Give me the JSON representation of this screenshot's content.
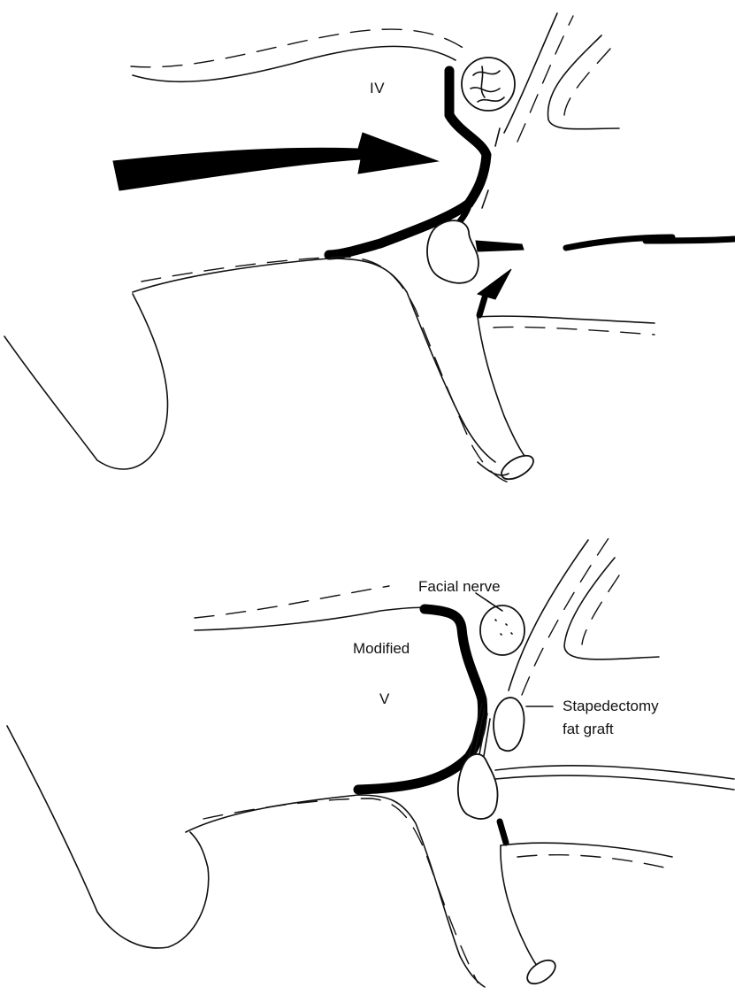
{
  "panel_upper": {
    "label": "IV"
  },
  "panel_lower": {
    "label_line1": "Modified",
    "label_line2": "V",
    "callout_nerve": "Facial nerve",
    "callout_graft_line1": "Stapedectomy",
    "callout_graft_line2": "fat graft"
  }
}
